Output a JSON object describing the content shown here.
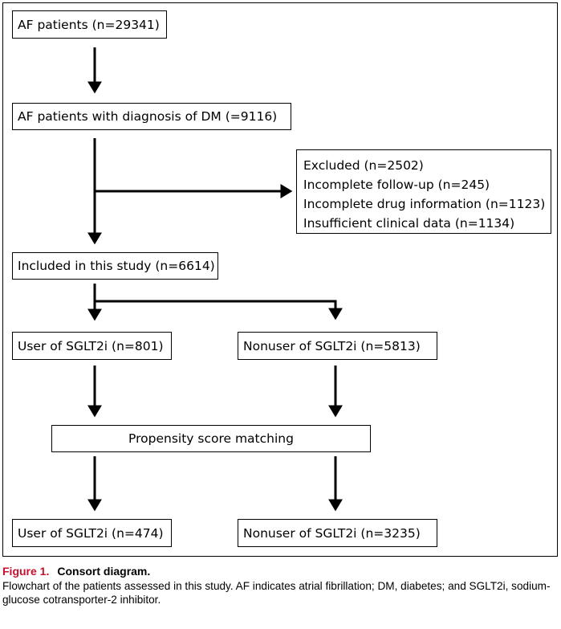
{
  "diagram": {
    "boxes": {
      "af_patients": "AF patients (n=29341)",
      "af_with_dm": "AF patients with diagnosis of DM (=9116)",
      "excluded": [
        "Excluded (n=2502)",
        "Incomplete follow-up (n=245)",
        "Incomplete drug information (n=1123)",
        "Insufficient clinical data (n=1134)"
      ],
      "included": "Included in this study (n=6614)",
      "user_before": "User of SGLT2i (n=801)",
      "nonuser_before": "Nonuser of SGLT2i (n=5813)",
      "psm": "Propensity score matching",
      "user_after": "User of SGLT2i (n=474)",
      "nonuser_after": "Nonuser of SGLT2i (n=3235)"
    }
  },
  "caption": {
    "label": "Figure 1.",
    "title": "Consort diagram.",
    "text": "Flowchart of the patients assessed in this study. AF indicates atrial fibrillation; DM, diabetes; and SGLT2i, sodium-glucose cotransporter-2 inhibitor."
  }
}
